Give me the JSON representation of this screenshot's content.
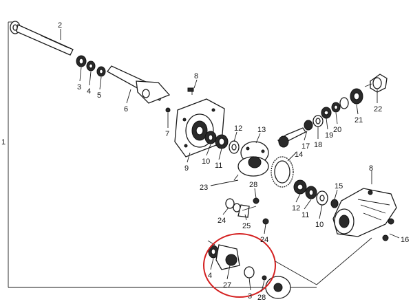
{
  "diagram": {
    "assembly_label": "1",
    "callouts": [
      {
        "id": "c2",
        "text": "2"
      },
      {
        "id": "c3a",
        "text": "3"
      },
      {
        "id": "c4a",
        "text": "4"
      },
      {
        "id": "c5",
        "text": "5"
      },
      {
        "id": "c6",
        "text": "6"
      },
      {
        "id": "c7",
        "text": "7"
      },
      {
        "id": "c8a",
        "text": "8"
      },
      {
        "id": "c9",
        "text": "9"
      },
      {
        "id": "c10a",
        "text": "10"
      },
      {
        "id": "c11a",
        "text": "11"
      },
      {
        "id": "c12a",
        "text": "12"
      },
      {
        "id": "c13",
        "text": "13"
      },
      {
        "id": "c14",
        "text": "14"
      },
      {
        "id": "c17",
        "text": "17"
      },
      {
        "id": "c18",
        "text": "18"
      },
      {
        "id": "c19",
        "text": "19"
      },
      {
        "id": "c20",
        "text": "20"
      },
      {
        "id": "c21",
        "text": "21"
      },
      {
        "id": "c22",
        "text": "22"
      },
      {
        "id": "c8b",
        "text": "8"
      },
      {
        "id": "c23",
        "text": "23"
      },
      {
        "id": "c28a",
        "text": "28"
      },
      {
        "id": "c12b",
        "text": "12"
      },
      {
        "id": "c11b",
        "text": "11"
      },
      {
        "id": "c10b",
        "text": "10"
      },
      {
        "id": "c15",
        "text": "15"
      },
      {
        "id": "c24a",
        "text": "24"
      },
      {
        "id": "c25",
        "text": "25"
      },
      {
        "id": "c24b",
        "text": "24"
      },
      {
        "id": "c16",
        "text": "16"
      },
      {
        "id": "c4b",
        "text": "4"
      },
      {
        "id": "c27",
        "text": "27"
      },
      {
        "id": "c3b",
        "text": "3"
      },
      {
        "id": "c28b",
        "text": "28"
      }
    ],
    "highlight_color": "#d42020"
  }
}
